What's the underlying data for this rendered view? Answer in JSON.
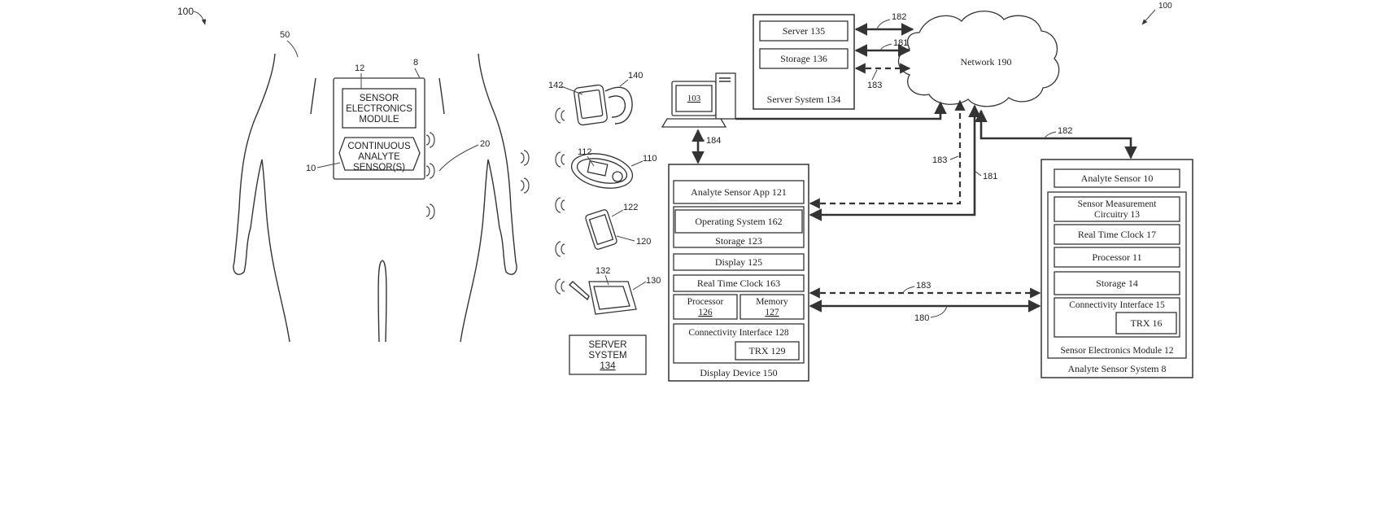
{
  "figure_refs": {
    "left": "100",
    "right": "100"
  },
  "human": {
    "body_ref": "50",
    "module_ref": "12",
    "patch_ref": "8",
    "sensor_ref": "10",
    "wire_ref": "20",
    "module_lines": [
      "SENSOR",
      "ELECTRONICS",
      "MODULE"
    ],
    "sensor_lines": [
      "CONTINUOUS",
      "ANALYTE",
      "SENSOR(S)"
    ]
  },
  "devices": {
    "watch_ref": "140",
    "watch_screen_ref": "142",
    "handheld_ref": "110",
    "handheld_screen_ref": "112",
    "phone_ref": "120",
    "phone_screen_ref": "122",
    "tablet_ref": "130",
    "tablet_screen_ref": "132",
    "server_lines": [
      "SERVER",
      "SYSTEM",
      "134"
    ]
  },
  "server_system": {
    "server": "Server 135",
    "storage": "Storage 136",
    "caption": "Server System 134"
  },
  "network": {
    "label": "Network 190"
  },
  "computer": {
    "ref": "103"
  },
  "display_device": {
    "app": "Analyte Sensor App 121",
    "os": "Operating System 162",
    "storage": "Storage 123",
    "display": "Display 125",
    "rtc": "Real Time Clock 163",
    "processor": [
      "Processor",
      "126"
    ],
    "memory": [
      "Memory",
      "127"
    ],
    "conn": "Connectivity Interface 128",
    "trx": "TRX 129",
    "caption": "Display Device 150"
  },
  "analyte_system": {
    "sensor": "Analyte Sensor 10",
    "smc": [
      "Sensor Measurement",
      "Circuitry 13"
    ],
    "rtc": "Real Time Clock 17",
    "processor": "Processor 11",
    "storage": "Storage 14",
    "conn": "Connectivity Interface 15",
    "trx": "TRX 16",
    "sem": "Sensor Electronics Module 12",
    "caption": "Analyte Sensor System 8"
  },
  "links": {
    "l182a": "182",
    "l181a": "181",
    "l183a": "183",
    "l184": "184",
    "l183b": "183",
    "l181b": "181",
    "l182b": "182",
    "l183c": "183",
    "l180": "180"
  }
}
